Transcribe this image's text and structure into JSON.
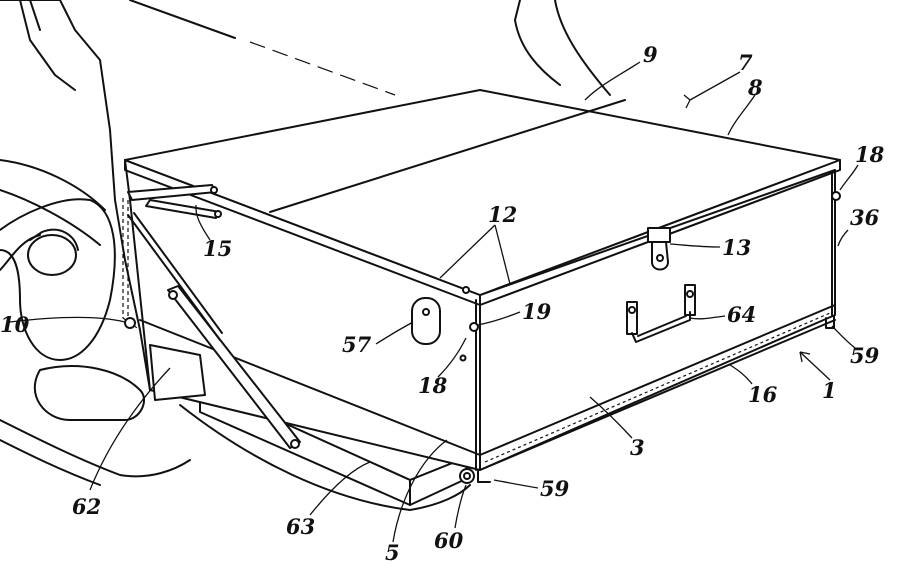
{
  "figure": {
    "labels": {
      "l9": "9",
      "l7": "7",
      "l8": "8",
      "l18a": "18",
      "l36": "36",
      "l12": "12",
      "l13": "13",
      "l15": "15",
      "l19": "19",
      "l64": "64",
      "l57": "57",
      "l10": "10",
      "l18b": "18",
      "l59a": "59",
      "l16": "16",
      "l1": "1",
      "l3": "3",
      "l62": "62",
      "l63": "63",
      "l59b": "59",
      "l60": "60",
      "l5": "5"
    }
  }
}
